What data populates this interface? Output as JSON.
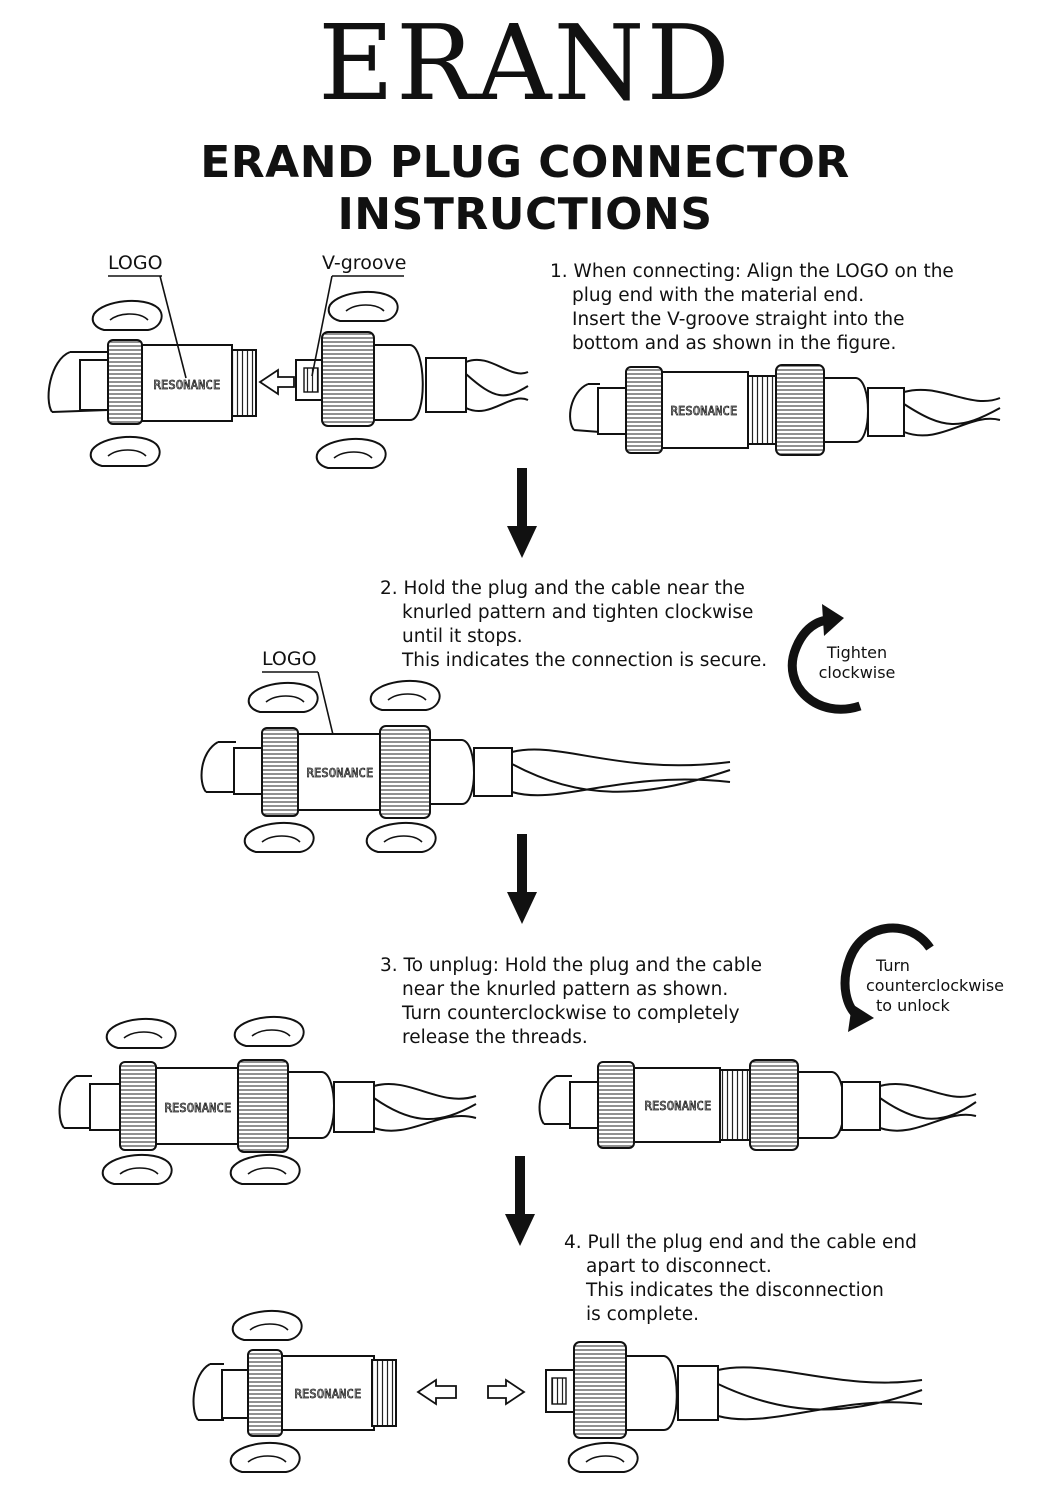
{
  "brand": "ERAND",
  "title_line1": "ERAND PLUG CONNECTOR",
  "title_line2": "INSTRUCTIONS",
  "connector_logo": "RESONANCE",
  "step1": {
    "lines": [
      "1. When connecting: Align the LOGO on the",
      "plug end with the material end.",
      "Insert the V-groove straight into the",
      "bottom and as shown in the figure."
    ],
    "label_logo": "LOGO",
    "label_vgroove": "V-groove"
  },
  "step2": {
    "lines": [
      "2. Hold the plug and the cable near the",
      "knurled pattern and tighten clockwise",
      "until it stops.",
      "This indicates the connection is secure."
    ],
    "label_logo": "LOGO",
    "rotation_label": [
      "Tighten",
      "clockwise"
    ]
  },
  "step3": {
    "lines": [
      "3. To unplug: Hold the plug and the cable",
      "near the knurled pattern as shown.",
      "Turn counterclockwise to completely",
      "release the threads."
    ],
    "rotation_label": [
      "Turn",
      "counterclockwise",
      "to unlock"
    ]
  },
  "step4": {
    "lines": [
      "4. Pull the plug end and the cable end",
      "apart to disconnect.",
      "This indicates the disconnection",
      "is complete."
    ]
  },
  "colors": {
    "ink": "#111111",
    "paper": "#ffffff"
  }
}
